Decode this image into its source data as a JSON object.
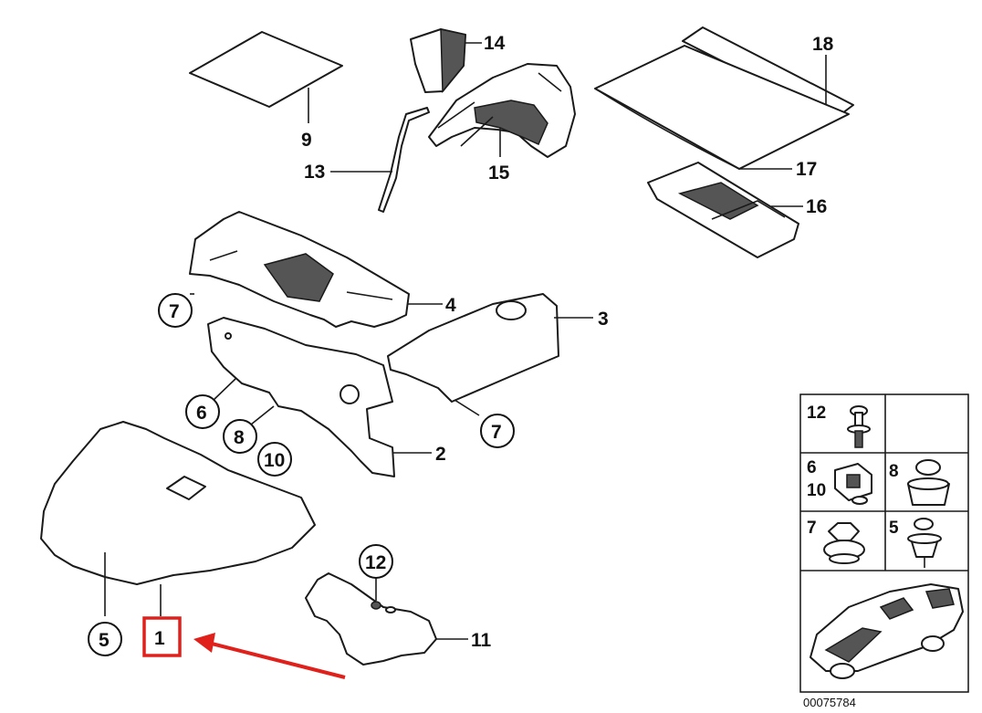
{
  "labels": {
    "p1": "1",
    "p2": "2",
    "p3": "3",
    "p4": "4",
    "p5": "5",
    "p6": "6",
    "p7a": "7",
    "p7b": "7",
    "p8": "8",
    "p9": "9",
    "p10": "10",
    "p11": "11",
    "p12": "12",
    "p13": "13",
    "p14": "14",
    "p15": "15",
    "p16": "16",
    "p17": "17",
    "p18": "18"
  },
  "inset": {
    "c12": "12",
    "c6": "6",
    "c10": "10",
    "c8": "8",
    "c7": "7",
    "c5": "5"
  },
  "reference_number": "00075784",
  "highlight": {
    "label": "1",
    "color": "#e0201b"
  }
}
